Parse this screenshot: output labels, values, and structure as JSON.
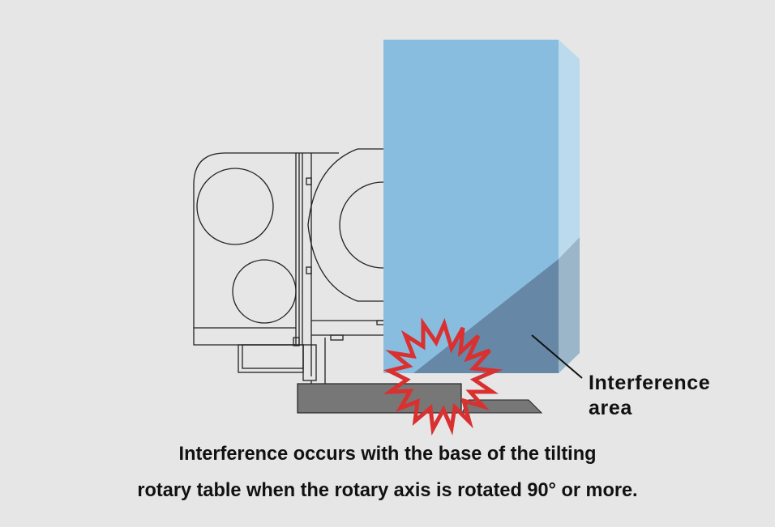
{
  "diagram": {
    "title": "Tilting rotary table interference diagram",
    "colors": {
      "background": "#e6e6e6",
      "outline": "#222222",
      "workpiece_block": "#89bde0",
      "workpiece_side": "#bcdaed",
      "interference_area": "#6688a6",
      "interference_side": "#9bb5c9",
      "base": "#777777",
      "collision_burst": "#d93030"
    },
    "components": [
      {
        "name": "tilting-rotary-table-body",
        "icon": "machine-outline"
      },
      {
        "name": "workpiece-block",
        "icon": "translucent-blue-box"
      },
      {
        "name": "interference-area",
        "icon": "dark-blue-triangle"
      },
      {
        "name": "table-base",
        "icon": "gray-base-plate"
      },
      {
        "name": "collision-burst",
        "icon": "red-starburst"
      }
    ]
  },
  "callout": {
    "label_line1": "Interference",
    "label_line2": "area"
  },
  "caption": {
    "line1": "Interference occurs with the base of the tilting",
    "line2": "rotary table when the rotary axis is rotated 90° or more."
  }
}
